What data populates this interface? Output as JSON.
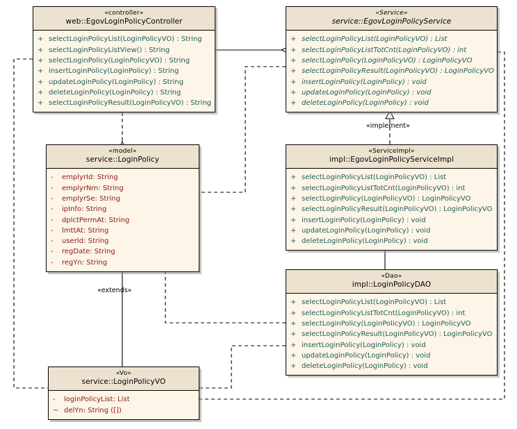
{
  "diagram": {
    "title": "EgovLoginPolicy UML Class Diagram",
    "background": "#ffffff",
    "class_fill": "#fdf5e8",
    "header_fill": "#ece2cf",
    "border_color": "#000000",
    "method_color": "#1b5e57",
    "attribute_color": "#8b1a10"
  },
  "classes": {
    "controller": {
      "stereotype": "«controller»",
      "name": "web::EgovLoginPolicyController",
      "members": [
        {
          "vis": "+",
          "sig": "selectLoginPolicyList(LoginPolicyVO) : String"
        },
        {
          "vis": "+",
          "sig": "selectLoginPolicyListView() : String"
        },
        {
          "vis": "+",
          "sig": "selectLoginPolicy(LoginPolicyVO) : String"
        },
        {
          "vis": "+",
          "sig": "insertLoginPolicy(LoginPolicy) : String"
        },
        {
          "vis": "+",
          "sig": "updateLoginPolicy(LoginPolicy) : String"
        },
        {
          "vis": "+",
          "sig": "deleteLoginPolicy(LoginPolicy) : String"
        },
        {
          "vis": "+",
          "sig": "selectLoginPolicyResult(LoginPolicyVO) : String"
        }
      ]
    },
    "service": {
      "stereotype": "«Service»",
      "name": "service::EgovLoginPolicyService",
      "members": [
        {
          "vis": "+",
          "sig": "selectLoginPolicyList(LoginPolicyVO) : List"
        },
        {
          "vis": "+",
          "sig": "selectLoginPolicyListTotCnt(LoginPolicyVO) : int"
        },
        {
          "vis": "+",
          "sig": "selectLoginPolicy(LoginPolicyVO) : LoginPolicyVO"
        },
        {
          "vis": "+",
          "sig": "selectLoginPolicyResult(LoginPolicyVO) : LoginPolicyVO"
        },
        {
          "vis": "+",
          "sig": "insertLoginPolicy(LoginPolicy) : void"
        },
        {
          "vis": "+",
          "sig": "updateLoginPolicy(LoginPolicy) : void"
        },
        {
          "vis": "+",
          "sig": "deleteLoginPolicy(LoginPolicy) : void"
        }
      ]
    },
    "model": {
      "stereotype": "«model»",
      "name": "service::LoginPolicy",
      "members": [
        {
          "vis": "-",
          "sig": "emplyrId:  String"
        },
        {
          "vis": "-",
          "sig": "emplyrNm:  String"
        },
        {
          "vis": "-",
          "sig": "emplyrSe:  String"
        },
        {
          "vis": "-",
          "sig": "ipInfo:  String"
        },
        {
          "vis": "-",
          "sig": "dplctPermAt:  String"
        },
        {
          "vis": "-",
          "sig": "lmttAt:  String"
        },
        {
          "vis": "-",
          "sig": "userId:  String"
        },
        {
          "vis": "-",
          "sig": "regDate:  String"
        },
        {
          "vis": "-",
          "sig": "regYn:  String"
        }
      ]
    },
    "serviceimpl": {
      "stereotype": "«ServiceImpl»",
      "name": "impl::EgovLoginPolicyServiceImpl",
      "members": [
        {
          "vis": "+",
          "sig": "selectLoginPolicyList(LoginPolicyVO) : List"
        },
        {
          "vis": "+",
          "sig": "selectLoginPolicyListTotCnt(LoginPolicyVO) : int"
        },
        {
          "vis": "+",
          "sig": "selectLoginPolicy(LoginPolicyVO) : LoginPolicyVO"
        },
        {
          "vis": "+",
          "sig": "selectLoginPolicyResult(LoginPolicyVO) : LoginPolicyVO"
        },
        {
          "vis": "+",
          "sig": "insertLoginPolicy(LoginPolicy) : void"
        },
        {
          "vis": "+",
          "sig": "updateLoginPolicy(LoginPolicy) : void"
        },
        {
          "vis": "+",
          "sig": "deleteLoginPolicy(LoginPolicy) : void"
        }
      ]
    },
    "dao": {
      "stereotype": "«Dao»",
      "name": "impl::LoginPolicyDAO",
      "members": [
        {
          "vis": "+",
          "sig": "selectLoginPolicyList(LoginPolicyVO) : List"
        },
        {
          "vis": "+",
          "sig": "selectLoginPolicyListTotCnt(LoginPolicyVO) : int"
        },
        {
          "vis": "+",
          "sig": "selectLoginPolicy(LoginPolicyVO) : LoginPolicyVO"
        },
        {
          "vis": "+",
          "sig": "selectLoginPolicyResult(LoginPolicyVO) : LoginPolicyVO"
        },
        {
          "vis": "+",
          "sig": "insertLoginPolicy(LoginPolicy) : void"
        },
        {
          "vis": "+",
          "sig": "updateLoginPolicy(LoginPolicy) : void"
        },
        {
          "vis": "+",
          "sig": "deleteLoginPolicy(LoginPolicy) : void"
        }
      ]
    },
    "vo": {
      "stereotype": "«Vo»",
      "name": "service::LoginPolicyVO",
      "members": [
        {
          "vis": "-",
          "sig": "loginPolicyList:  List"
        },
        {
          "vis": "~",
          "sig": "delYn:  String ([])"
        }
      ]
    }
  },
  "edges": {
    "implement_label": "«implement»",
    "extends_label": "«extends»"
  }
}
